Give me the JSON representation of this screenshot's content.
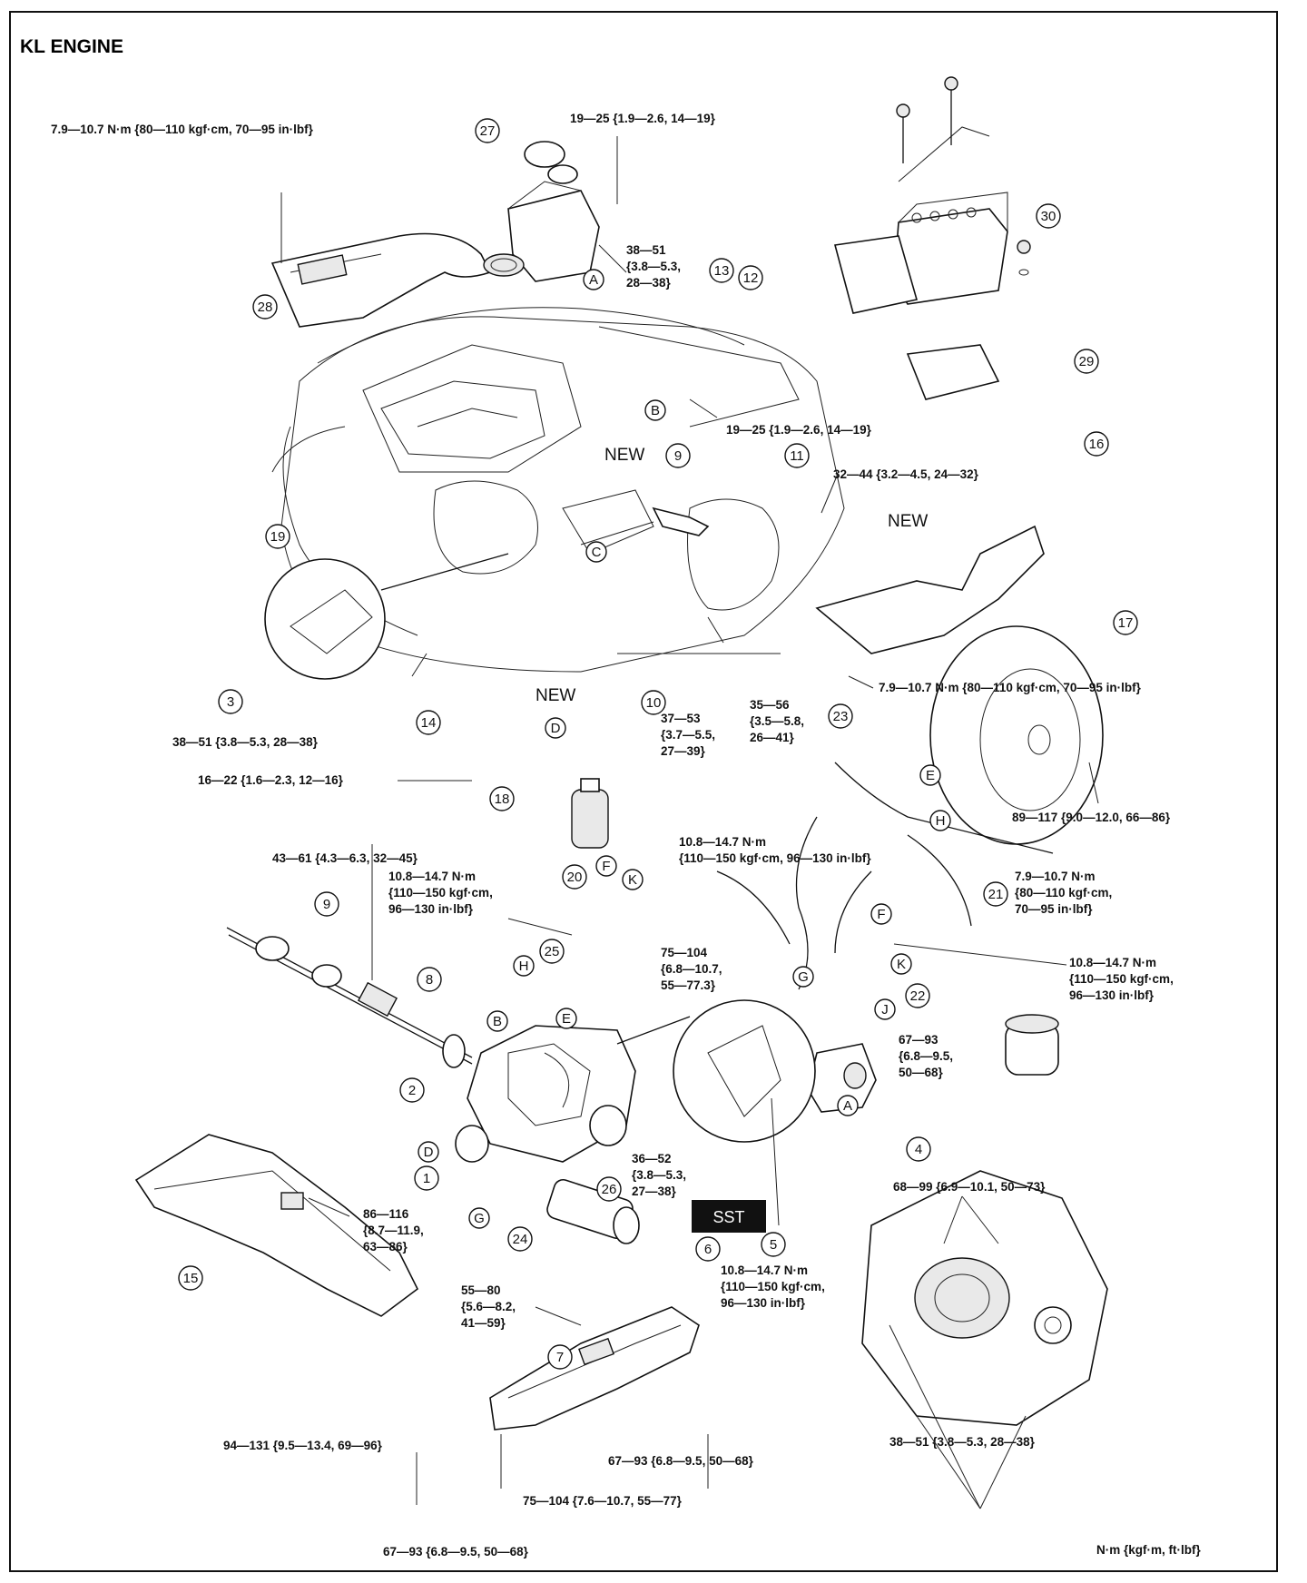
{
  "title": "KL ENGINE",
  "units_note": "N·m {kgf·m, ft·lbf}",
  "sst_label": "SST",
  "new_label": "NEW",
  "torque_labels": {
    "t_intake_duct": "7.9—10.7 N·m {80—110 kgf·cm, 70—95 in·lbf}",
    "t_aircleaner_top": "19—25 {1.9—2.6, 14—19}",
    "t_38_51_a_l1": "38—51",
    "t_38_51_a_l2": "{3.8—5.3,",
    "t_38_51_a_l3": "28—38}",
    "t_19_25_b": "19—25 {1.9—2.6, 14—19}",
    "t_32_44": "32—44 {3.2—4.5, 24—32}",
    "t_38_51_left": "38—51 {3.8—5.3, 28—38}",
    "t_37_53_l1": "37—53",
    "t_37_53_l2": "{3.7—5.5,",
    "t_37_53_l3": "27—39}",
    "t_35_56_l1": "35—56",
    "t_35_56_l2": "{3.5—5.8,",
    "t_35_56_l3": "26—41}",
    "t_undercover": "7.9—10.7 N·m {80—110 kgf·cm, 70—95 in·lbf}",
    "t_16_22": "16—22 {1.6—2.3, 12—16}",
    "t_89_117": "89—117 {9.0—12.0, 66—86}",
    "t_43_61": "43—61 {4.3—6.3, 32—45}",
    "t_108_a_l1": "10.8—14.7 N·m",
    "t_108_a_l2": "{110—150 kgf·cm,",
    "t_108_a_l3": "96—130 in·lbf}",
    "t_108_b_l1": "10.8—14.7 N·m",
    "t_108_b_l2": "{110—150 kgf·cm, 96—130 in·lbf}",
    "t_79_right_l1": "7.9—10.7 N·m",
    "t_79_right_l2": "{80—110 kgf·cm,",
    "t_79_right_l3": "70—95 in·lbf}",
    "t_108_c_l1": "10.8—14.7 N·m",
    "t_108_c_l2": "{110—150 kgf·cm,",
    "t_108_c_l3": "96—130 in·lbf}",
    "t_75_104_a_l1": "75—104",
    "t_75_104_a_l2": "{6.8—10.7,",
    "t_75_104_a_l3": "55—77.3}",
    "t_67_93_a_l1": "67—93",
    "t_67_93_a_l2": "{6.8—9.5,",
    "t_67_93_a_l3": "50—68}",
    "t_36_52_l1": "36—52",
    "t_36_52_l2": "{3.8—5.3,",
    "t_36_52_l3": "27—38}",
    "t_68_99": "68—99 {6.9—10.1, 50—73}",
    "t_86_116_l1": "86—116",
    "t_86_116_l2": "{8.7—11.9,",
    "t_86_116_l3": "63—86}",
    "t_55_80_l1": "55—80",
    "t_55_80_l2": "{5.6—8.2,",
    "t_55_80_l3": "41—59}",
    "t_108_d_l1": "10.8—14.7 N·m",
    "t_108_d_l2": "{110—150 kgf·cm,",
    "t_108_d_l3": "96—130 in·lbf}",
    "t_94_131": "94—131 {9.5—13.4, 69—96}",
    "t_67_93_b": "67—93 {6.8—9.5, 50—68}",
    "t_75_104_b": "75—104 {7.6—10.7, 55—77}",
    "t_67_93_c": "67—93 {6.8—9.5, 50—68}",
    "t_38_51_trans": "38—51 {3.8—5.3, 28—38}"
  },
  "callout_numbers": {
    "n1": "1",
    "n2": "2",
    "n3": "3",
    "n4": "4",
    "n5": "5",
    "n6": "6",
    "n7": "7",
    "n8": "8",
    "n9a": "9",
    "n9b": "9",
    "n10": "10",
    "n11": "11",
    "n12": "12",
    "n13": "13",
    "n14": "14",
    "n15": "15",
    "n16": "16",
    "n17": "17",
    "n18": "18",
    "n19": "19",
    "n20": "20",
    "n21": "21",
    "n22": "22",
    "n23": "23",
    "n24": "24",
    "n25": "25",
    "n26": "26",
    "n27": "27",
    "n28": "28",
    "n29": "29",
    "n30": "30"
  },
  "callout_letters": {
    "la1": "A",
    "la2": "A",
    "lb1": "B",
    "lb2": "B",
    "lc": "C",
    "ld1": "D",
    "ld2": "D",
    "le1": "E",
    "le2": "E",
    "lf1": "F",
    "lf2": "F",
    "lg1": "G",
    "lg2": "G",
    "lh1": "H",
    "lh2": "H",
    "lj": "J",
    "lk1": "K",
    "lk2": "K"
  }
}
